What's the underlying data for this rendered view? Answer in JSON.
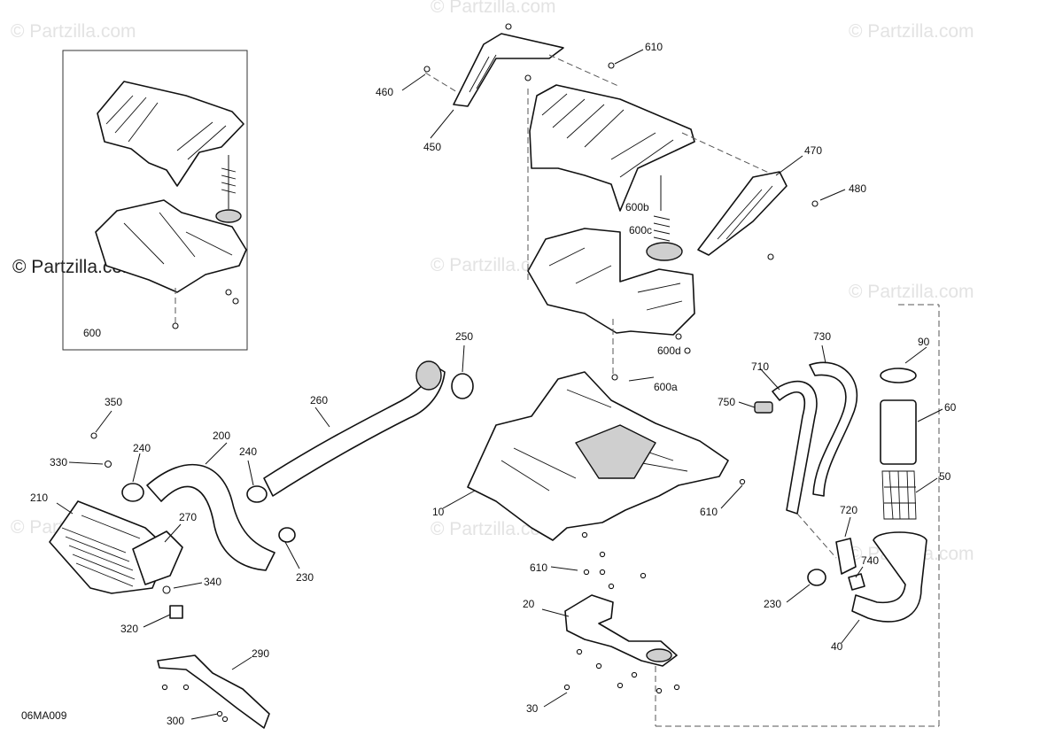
{
  "watermarks": {
    "text": "© Partzilla.com",
    "prominent": "© Partzilla.com"
  },
  "figure_code": "06MA009",
  "callouts": {
    "c10": "10",
    "c20": "20",
    "c30": "30",
    "c40": "40",
    "c50": "50",
    "c60": "60",
    "c90": "90",
    "c200": "200",
    "c210": "210",
    "c230a": "230",
    "c230b": "230",
    "c240a": "240",
    "c240b": "240",
    "c250": "250",
    "c260": "260",
    "c270": "270",
    "c290": "290",
    "c300": "300",
    "c320": "320",
    "c330": "330",
    "c340": "340",
    "c350": "350",
    "c450": "450",
    "c460": "460",
    "c470": "470",
    "c480": "480",
    "c600": "600",
    "c600a": "600a",
    "c600b": "600b",
    "c600c": "600c",
    "c600d": "600d",
    "c610a": "610",
    "c610b": "610",
    "c610c": "610",
    "c710": "710",
    "c720": "720",
    "c730": "730",
    "c740": "740",
    "c750": "750"
  },
  "icons": [
    "bolt-icon",
    "clamp-icon",
    "spring-icon"
  ]
}
